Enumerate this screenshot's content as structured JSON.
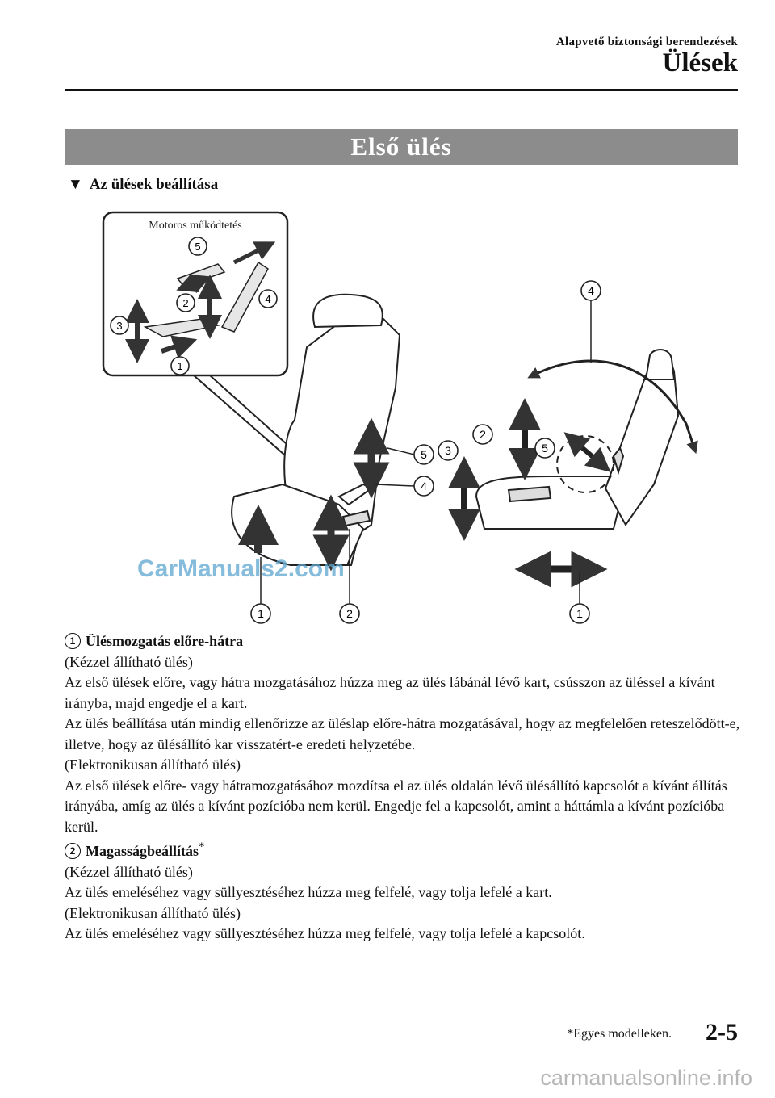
{
  "header": {
    "subtitle": "Alapvető biztonsági berendezések",
    "title": "Ülések"
  },
  "banner": "Első ülés",
  "section": {
    "marker": "▼",
    "title": "Az ülések beállítása"
  },
  "figure": {
    "inset_caption": "Motoros működtetés",
    "callouts": [
      "1",
      "2",
      "3",
      "4",
      "5"
    ]
  },
  "watermark": "CarManuals2.com",
  "items": [
    {
      "num": "1",
      "heading": "Ülésmozgatás előre-hátra",
      "lines": [
        "(Kézzel állítható ülés)",
        "Az első ülések előre, vagy hátra mozgatásához húzza meg az ülés lábánál lévő kart, csússzon az üléssel a kívánt irányba, majd engedje el a kart.",
        "Az ülés beállítása után mindig ellenőrizze az üléslap előre-hátra mozgatásával, hogy az megfelelően reteszelődött-e, illetve, hogy az ülésállító kar visszatért-e eredeti helyzetébe.",
        "(Elektronikusan állítható ülés)",
        "Az első ülések előre- vagy hátramozgatásához mozdítsa el az ülés oldalán lévő ülésállító kapcsolót a kívánt állítás irányába, amíg az ülés a kívánt pozícióba nem kerül. Engedje fel a kapcsolót, amint a háttámla a kívánt pozícióba kerül."
      ]
    },
    {
      "num": "2",
      "heading": "Magasságbeállítás",
      "star": "*",
      "lines": [
        "(Kézzel állítható ülés)",
        "Az ülés emeléséhez vagy süllyesztéséhez húzza meg felfelé, vagy tolja lefelé a kart.",
        "(Elektronikusan állítható ülés)",
        "Az ülés emeléséhez vagy süllyesztéséhez húzza meg felfelé, vagy tolja lefelé a kapcsolót."
      ]
    }
  ],
  "footer": {
    "footnote": "*Egyes modelleken.",
    "page": "2-5",
    "site": "carmanualsonline.info"
  }
}
